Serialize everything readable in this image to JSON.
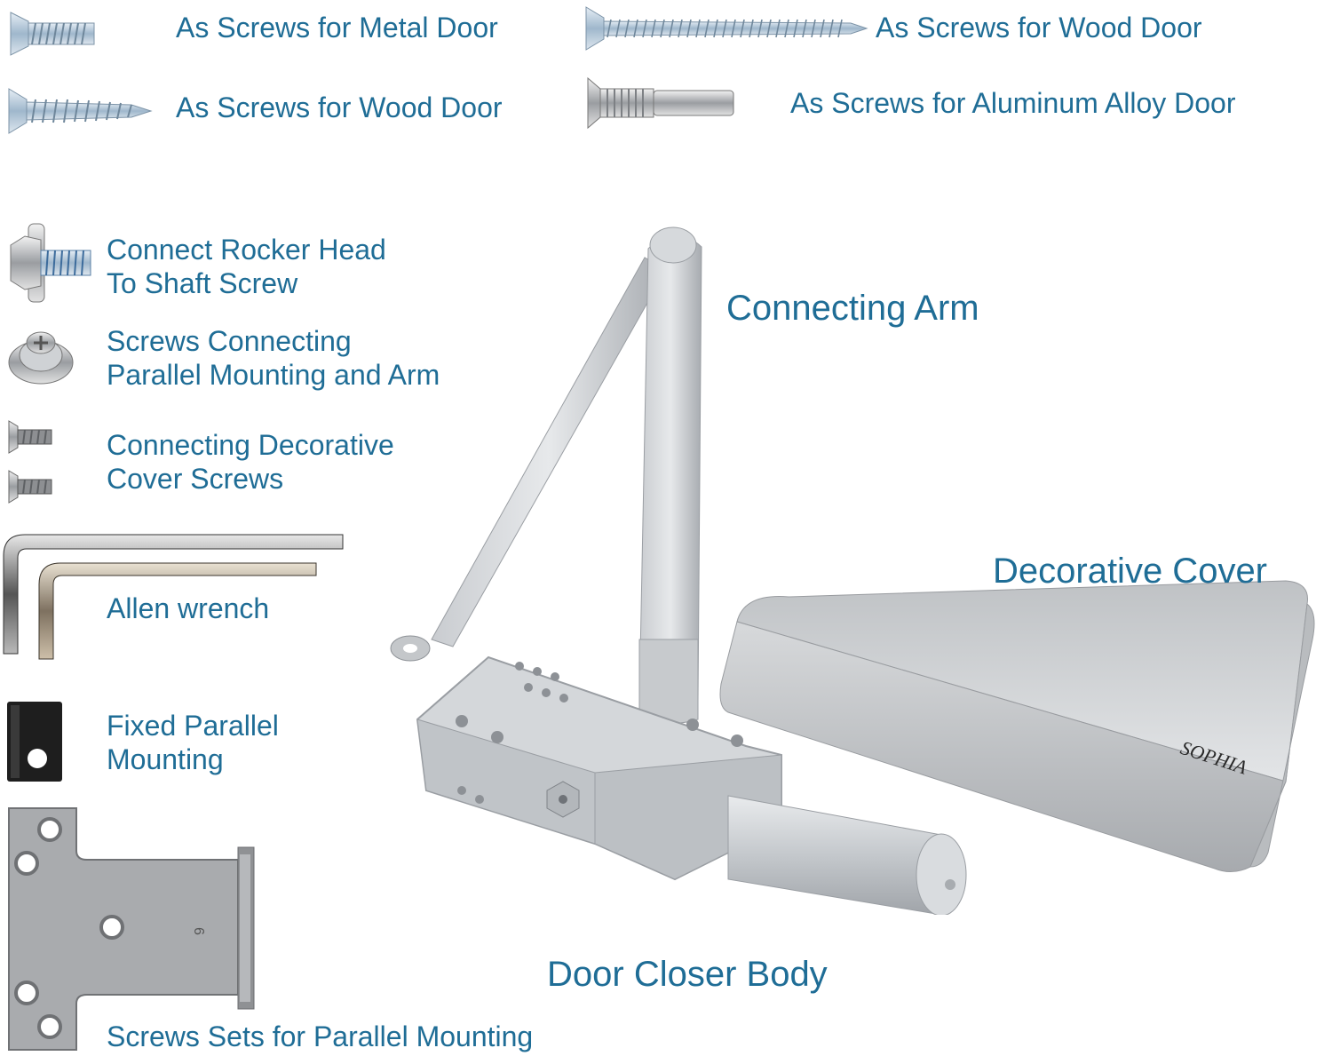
{
  "labels": {
    "metal_door": "As Screws for Metal Door",
    "wood_door_long": "As Screws for Wood Door",
    "wood_door_short": "As Screws for Wood Door",
    "aluminum_door": "As Screws for Aluminum Alloy Door",
    "rocker_head_line1": "Connect Rocker Head",
    "rocker_head_line2": "To Shaft Screw",
    "parallel_screws_line1": "Screws Connecting",
    "parallel_screws_line2": "Parallel Mounting and Arm",
    "cover_screws_line1": "Connecting Decorative",
    "cover_screws_line2": "Cover Screws",
    "allen_wrench": "Allen wrench",
    "fixed_parallel_line1": "Fixed Parallel",
    "fixed_parallel_line2": "Mounting",
    "screws_sets": "Screws Sets for Parallel Mounting",
    "connecting_arm": "Connecting Arm",
    "decorative_cover": "Decorative Cover",
    "door_closer_body": "Door Closer Body",
    "cover_brand": "SOPHIA",
    "plate_digit": "6"
  },
  "colors": {
    "label_text": "#1f6d96",
    "metal_light": "#d9dcdf",
    "metal_mid": "#b8bcc0",
    "metal_dark": "#8e9297",
    "zinc_blue": "#a9c2d8",
    "black_part": "#1e1e1e"
  }
}
